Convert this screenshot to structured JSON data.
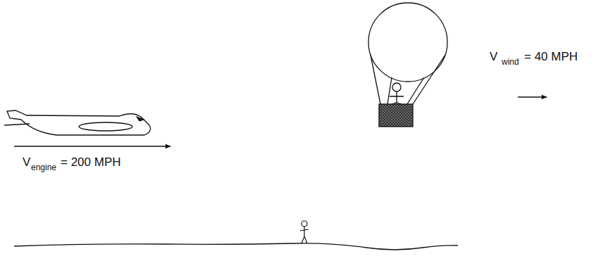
{
  "diagram": {
    "labels": [
      "V",
      "engine",
      "= 200 MPH",
      "V",
      "wind",
      "= 40 MPH"
    ]
  }
}
